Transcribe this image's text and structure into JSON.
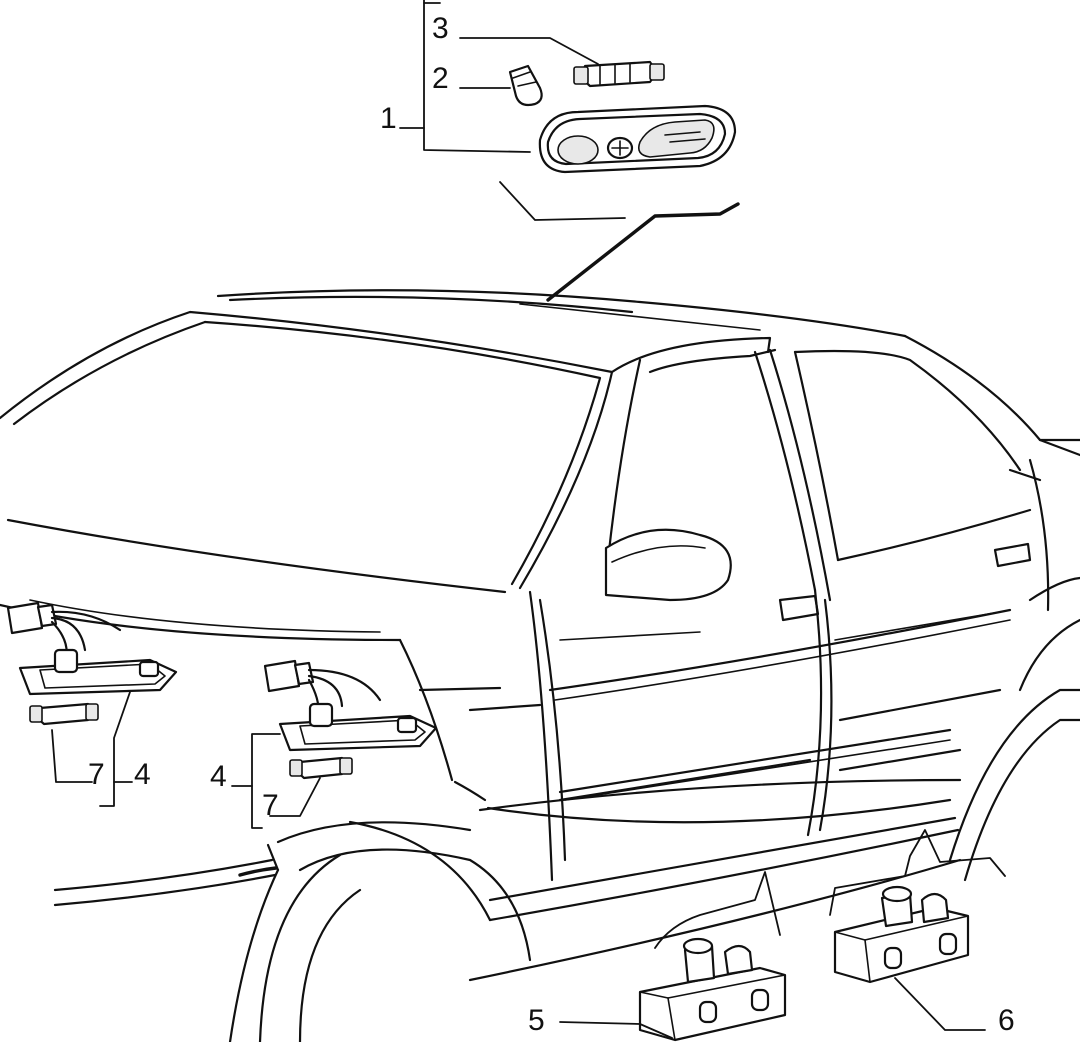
{
  "callouts": {
    "c1": "1",
    "c2": "2",
    "c3": "3",
    "c4_left": "4",
    "c4_mid": "4",
    "c5": "5",
    "c6": "6",
    "c7_left": "7",
    "c7_mid": "7"
  },
  "colors": {
    "ink": "#111111",
    "paper": "#ffffff"
  }
}
